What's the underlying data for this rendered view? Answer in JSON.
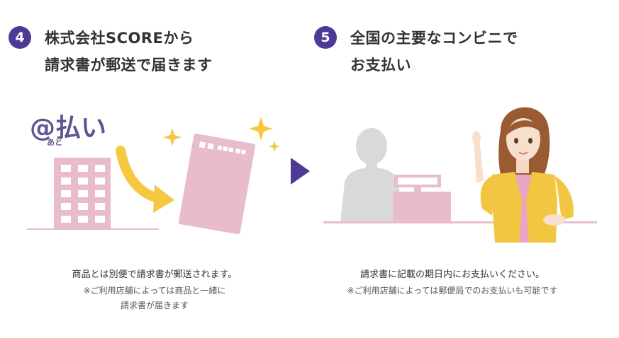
{
  "steps": [
    {
      "number": "4",
      "title_line1": "株式会社SCOREから",
      "title_line2": "請求書が郵送で届きます",
      "logo_text": "@払い",
      "logo_sub": "あと",
      "caption": "商品とは別便で請求書が郵送されます。",
      "note_line1": "※ご利用店舗によっては商品と一緒に",
      "note_line2": "請求書が届きます"
    },
    {
      "number": "5",
      "title_line1": "全国の主要なコンビニで",
      "title_line2": "お支払い",
      "caption": "請求書に記載の期日内にお支払いください。",
      "note_line1": "※ご利用店舗によっては郵便局でのお支払いも可能です"
    }
  ],
  "colors": {
    "badge": "#4e3a96",
    "pink": "#e9bccd",
    "arrow_yellow": "#f5c842",
    "next_arrow": "#4e3a96",
    "silhouette": "#d9d9d9"
  },
  "icons": {
    "next": "play-arrow-icon",
    "sparkle": "sparkle-icon",
    "building": "building-icon",
    "invoice": "invoice-envelope-icon"
  }
}
